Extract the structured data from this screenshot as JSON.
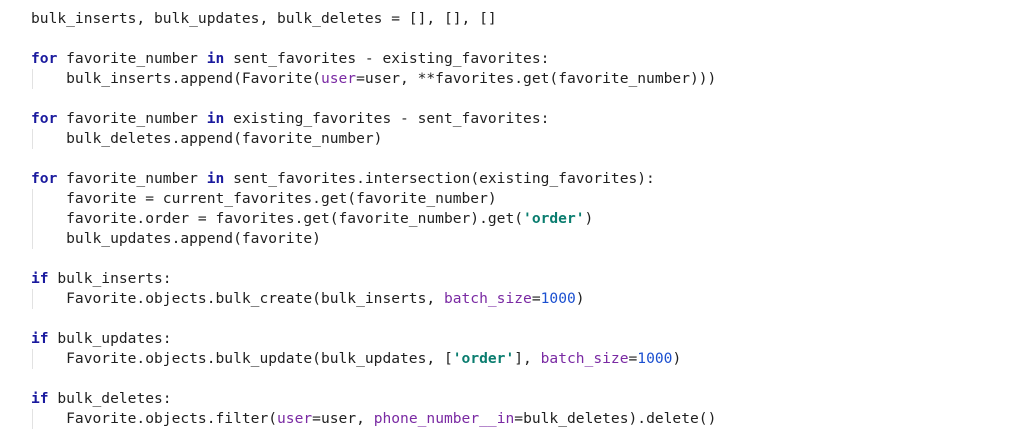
{
  "colors": {
    "background": "#ffffff",
    "text": "#1f1f1f",
    "keyword": "#1a1a9e",
    "parameter": "#7a2aa3",
    "number": "#1a4fd0",
    "string": "#0a7d6f",
    "indent_guide": "#e2e2e2"
  },
  "code_lines": [
    {
      "indent": false,
      "tokens": [
        {
          "t": "text",
          "v": "bulk_inserts, bulk_updates, bulk_deletes = [], [], []"
        }
      ]
    },
    {
      "indent": false,
      "tokens": []
    },
    {
      "indent": false,
      "tokens": [
        {
          "t": "kw",
          "v": "for"
        },
        {
          "t": "text",
          "v": " favorite_number "
        },
        {
          "t": "kw",
          "v": "in"
        },
        {
          "t": "text",
          "v": " sent_favorites - existing_favorites:"
        }
      ]
    },
    {
      "indent": true,
      "tokens": [
        {
          "t": "text",
          "v": "    bulk_inserts.append(Favorite("
        },
        {
          "t": "param",
          "v": "user"
        },
        {
          "t": "text",
          "v": "=user, **favorites.get(favorite_number)))"
        }
      ]
    },
    {
      "indent": false,
      "tokens": []
    },
    {
      "indent": false,
      "tokens": [
        {
          "t": "kw",
          "v": "for"
        },
        {
          "t": "text",
          "v": " favorite_number "
        },
        {
          "t": "kw",
          "v": "in"
        },
        {
          "t": "text",
          "v": " existing_favorites - sent_favorites:"
        }
      ]
    },
    {
      "indent": true,
      "tokens": [
        {
          "t": "text",
          "v": "    bulk_deletes.append(favorite_number)"
        }
      ]
    },
    {
      "indent": false,
      "tokens": []
    },
    {
      "indent": false,
      "tokens": [
        {
          "t": "kw",
          "v": "for"
        },
        {
          "t": "text",
          "v": " favorite_number "
        },
        {
          "t": "kw",
          "v": "in"
        },
        {
          "t": "text",
          "v": " sent_favorites.intersection(existing_favorites):"
        }
      ]
    },
    {
      "indent": true,
      "tokens": [
        {
          "t": "text",
          "v": "    favorite = current_favorites.get(favorite_number)"
        }
      ]
    },
    {
      "indent": true,
      "tokens": [
        {
          "t": "text",
          "v": "    favorite.order = favorites.get(favorite_number).get("
        },
        {
          "t": "str",
          "v": "'order'"
        },
        {
          "t": "text",
          "v": ")"
        }
      ]
    },
    {
      "indent": true,
      "tokens": [
        {
          "t": "text",
          "v": "    bulk_updates.append(favorite)"
        }
      ]
    },
    {
      "indent": false,
      "tokens": []
    },
    {
      "indent": false,
      "tokens": [
        {
          "t": "kw",
          "v": "if"
        },
        {
          "t": "text",
          "v": " bulk_inserts:"
        }
      ]
    },
    {
      "indent": true,
      "tokens": [
        {
          "t": "text",
          "v": "    Favorite.objects.bulk_create(bulk_inserts, "
        },
        {
          "t": "param",
          "v": "batch_size"
        },
        {
          "t": "text",
          "v": "="
        },
        {
          "t": "num",
          "v": "1000"
        },
        {
          "t": "text",
          "v": ")"
        }
      ]
    },
    {
      "indent": false,
      "tokens": []
    },
    {
      "indent": false,
      "tokens": [
        {
          "t": "kw",
          "v": "if"
        },
        {
          "t": "text",
          "v": " bulk_updates:"
        }
      ]
    },
    {
      "indent": true,
      "tokens": [
        {
          "t": "text",
          "v": "    Favorite.objects.bulk_update(bulk_updates, ["
        },
        {
          "t": "str",
          "v": "'order'"
        },
        {
          "t": "text",
          "v": "], "
        },
        {
          "t": "param",
          "v": "batch_size"
        },
        {
          "t": "text",
          "v": "="
        },
        {
          "t": "num",
          "v": "1000"
        },
        {
          "t": "text",
          "v": ")"
        }
      ]
    },
    {
      "indent": false,
      "tokens": []
    },
    {
      "indent": false,
      "tokens": [
        {
          "t": "kw",
          "v": "if"
        },
        {
          "t": "text",
          "v": " bulk_deletes:"
        }
      ]
    },
    {
      "indent": true,
      "tokens": [
        {
          "t": "text",
          "v": "    Favorite.objects.filter("
        },
        {
          "t": "param",
          "v": "user"
        },
        {
          "t": "text",
          "v": "=user, "
        },
        {
          "t": "param",
          "v": "phone_number__in"
        },
        {
          "t": "text",
          "v": "=bulk_deletes).delete()"
        }
      ]
    }
  ]
}
